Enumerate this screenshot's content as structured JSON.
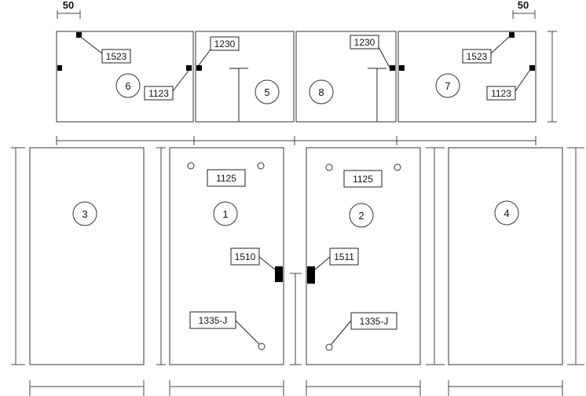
{
  "dimensions": {
    "left": "50",
    "right": "50"
  },
  "panels": [
    {
      "id": "6",
      "part_labels": [
        "1523",
        "1123"
      ]
    },
    {
      "id": "5",
      "part_labels": [
        "1230"
      ]
    },
    {
      "id": "8",
      "part_labels": [
        "1230"
      ]
    },
    {
      "id": "7",
      "part_labels": [
        "1523",
        "1123"
      ]
    },
    {
      "id": "3",
      "part_labels": []
    },
    {
      "id": "1",
      "part_labels": [
        "1125",
        "1510",
        "1335-J"
      ]
    },
    {
      "id": "2",
      "part_labels": [
        "1125",
        "1511",
        "1335-J"
      ]
    },
    {
      "id": "4",
      "part_labels": []
    }
  ]
}
